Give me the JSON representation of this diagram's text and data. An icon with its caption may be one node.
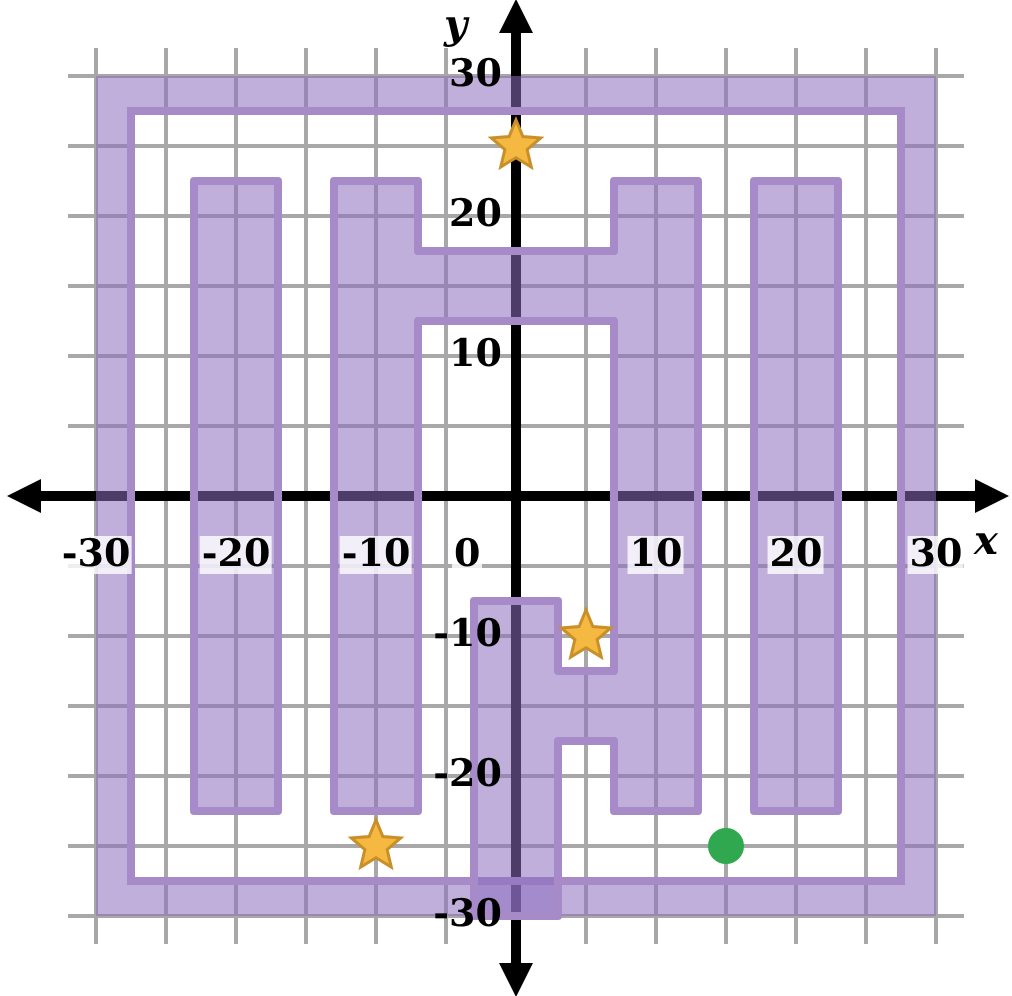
{
  "diagram": {
    "chart_data": {
      "type": "scatter",
      "xlabel": "x",
      "ylabel": "y",
      "grid": true,
      "xlim": [
        -32,
        32
      ],
      "ylim": [
        -32,
        32
      ],
      "xticks": [
        -30,
        -20,
        -10,
        10,
        20,
        30
      ],
      "yticks": [
        -30,
        -20,
        -10,
        10,
        20,
        30
      ],
      "x": [
        -10,
        0,
        5,
        15
      ],
      "series": [
        {
          "color": "#f5b942",
          "values": [
            -25,
            25,
            -10,
            null
          ]
        },
        {
          "color": "#2fa84f",
          "values": [
            null,
            null,
            null,
            -25
          ]
        }
      ]
    },
    "labels": [
      "0"
    ]
  }
}
